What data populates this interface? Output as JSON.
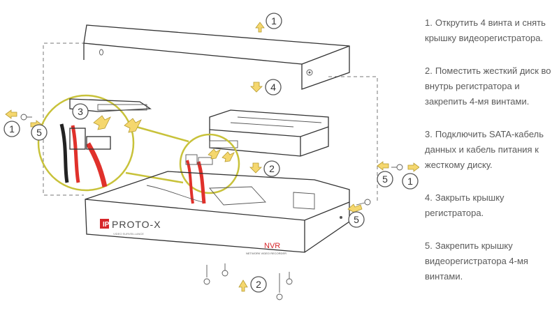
{
  "instructions": [
    {
      "num": "1.",
      "text": "Открутить 4 винта и снять крышку видеорегистратора."
    },
    {
      "num": "2.",
      "text": "Поместить жесткий диск во внутрь регистратора и закрепить 4-мя винтами."
    },
    {
      "num": "3.",
      "text": "Подключить SATA-кабель данных и кабель питания к жесткому диску."
    },
    {
      "num": "4.",
      "text": "Закрыть крышку регистратора."
    },
    {
      "num": "5.",
      "text": "Закрепить крышку видеорегистратора 4-мя винтами."
    }
  ],
  "device": {
    "brand": "PROTO-X",
    "brand_sub": "VIDEO SURVEILLANCE",
    "model_label": "NVR",
    "model_sub": "NETWORK VIDEO RECORDER"
  },
  "callouts": {
    "top": "1",
    "cover_down": "4",
    "zoom": "3",
    "hdd_down": "2",
    "left_out": "1",
    "left_in": "5",
    "right_in": "5",
    "right_out": "1",
    "right_lower": "5",
    "bottom": "2"
  },
  "colors": {
    "accent_yellow": "#f5d76e",
    "cable_red": "#e0312b",
    "brand_red": "#d6262a",
    "text_gray": "#5a5a5a"
  }
}
